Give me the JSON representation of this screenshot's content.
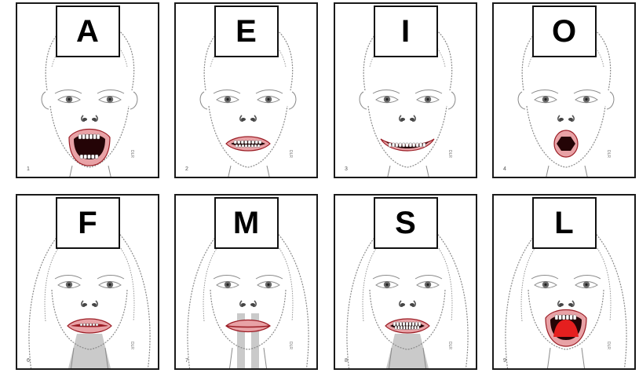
{
  "cards": [
    {
      "letter": "A",
      "number": "1",
      "mouth": "wide-open",
      "style": "short-hair",
      "airflow": "none",
      "sig": "DLR"
    },
    {
      "letter": "E",
      "number": "2",
      "mouth": "spread-teeth",
      "style": "short-hair",
      "airflow": "none",
      "sig": "DLR"
    },
    {
      "letter": "I",
      "number": "3",
      "mouth": "smile",
      "style": "short-hair",
      "airflow": "none",
      "sig": "DLR"
    },
    {
      "letter": "O",
      "number": "4",
      "mouth": "round",
      "style": "short-hair",
      "airflow": "none",
      "sig": "DLR"
    },
    {
      "letter": "F",
      "number": "6",
      "mouth": "lip-teeth",
      "style": "bob-hair",
      "airflow": "mouth",
      "sig": "DLR"
    },
    {
      "letter": "M",
      "number": "7",
      "mouth": "closed",
      "style": "bob-hair",
      "airflow": "nose",
      "sig": "DLR"
    },
    {
      "letter": "S",
      "number": "8",
      "mouth": "teeth-together",
      "style": "bob-hair",
      "airflow": "mouth",
      "sig": "DLR"
    },
    {
      "letter": "L",
      "number": "9",
      "mouth": "tongue-up",
      "style": "bob-hair",
      "airflow": "none",
      "sig": "DLR"
    }
  ],
  "colors": {
    "lip": "#e8a2a6",
    "lip_outline": "#9b1c24",
    "mouth_dark": "#240406",
    "tongue": "#e51f1f",
    "sketch": "#8a8a8a",
    "airflow": "#b8b8b8"
  }
}
